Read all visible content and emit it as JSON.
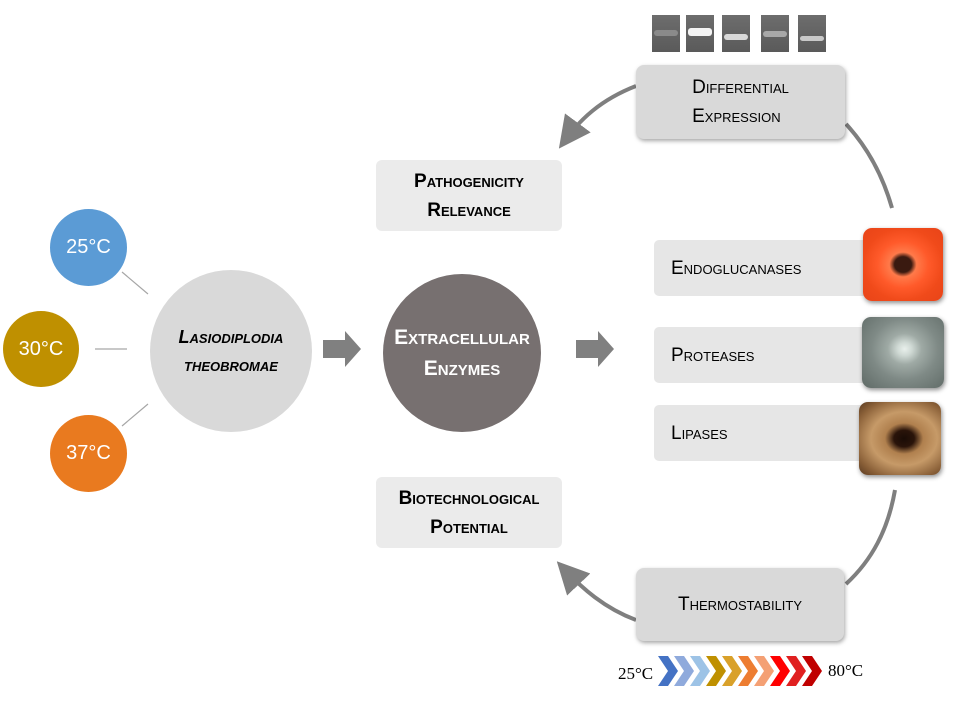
{
  "temperatures": [
    "25°C",
    "30°C",
    "37°C"
  ],
  "organism": {
    "line1": "Lasiodiplodia",
    "line2": "theobromae"
  },
  "center": {
    "line1": "Extracellular",
    "line2": "Enzymes"
  },
  "relevance_boxes": {
    "pathogenicity": {
      "line1": "Pathogenicity",
      "line2": "Relevance"
    },
    "biotechnological": {
      "line1": "Biotechnological",
      "line2": "Potential"
    }
  },
  "processes": {
    "differential": {
      "line1": "Differential",
      "line2": "Expression"
    },
    "thermostability": "Thermostability"
  },
  "enzymes": [
    "Endoglucanases",
    "Proteases",
    "Lipases"
  ],
  "temperature_scale": {
    "low": "25°C",
    "high": "80°C"
  },
  "colors": {
    "temp_25": "#5b9bd5",
    "temp_30": "#bf9000",
    "temp_37": "#e97a1f",
    "organism_circle": "#d9d9d9",
    "enzymes_circle": "#777070",
    "arrow": "#7f7f7f",
    "box_fill": "#e7e7e7"
  },
  "icons": [
    "gel-bands-image",
    "endoglucanase-plate-image",
    "protease-plate-image",
    "lipase-plate-image",
    "chevron-arrow-icon"
  ]
}
